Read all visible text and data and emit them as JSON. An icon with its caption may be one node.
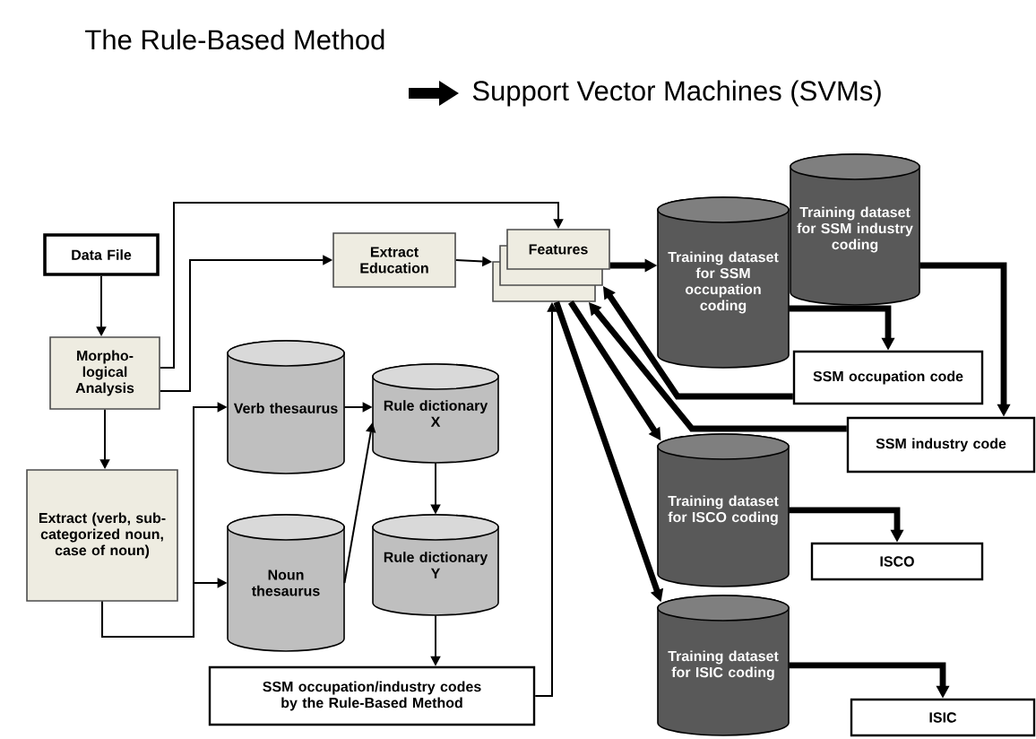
{
  "diagram": {
    "nodes": [
      {
        "text": [
          "Data File"
        ]
      },
      {
        "text": [
          "Morpho- logical Analysis"
        ]
      },
      {
        "text": [
          "Extract Education"
        ]
      },
      {
        "text": [
          "Features"
        ]
      },
      {
        "text": [
          "Extract (verb, sub- categorized noun, case of noun)"
        ]
      },
      {
        "text": [
          "Verb thesaurus"
        ]
      },
      {
        "text": [
          "Noun thesaurus"
        ]
      },
      {
        "text": [
          "Rule dictionary X"
        ]
      },
      {
        "text": [
          "Rule dictionary Y"
        ]
      },
      {
        "text": [
          "SSM occupation/industry codes by the Rule-Based Method"
        ]
      },
      {
        "text": [
          "Training dataset for SSM occupation coding"
        ]
      },
      {
        "text": [
          "Training dataset for SSM industry coding"
        ]
      },
      {
        "text": [
          "SSM occupation code"
        ]
      },
      {
        "text": [
          "SSM industry code"
        ]
      },
      {
        "text": [
          "Training dataset for ISCO coding"
        ]
      },
      {
        "text": [
          "ISCO"
        ]
      },
      {
        "text": [
          "Training dataset for ISIC coding"
        ]
      },
      {
        "text": [
          "ISIC"
        ]
      }
    ],
    "edges": [
      {
        "from": 0,
        "to": 1,
        "arrow": "to"
      },
      {
        "from": 1,
        "to": 3,
        "arrow": "to"
      },
      {
        "from": 1,
        "to": 2,
        "arrow": "to"
      },
      {
        "from": 2,
        "to": 3,
        "arrow": "to"
      },
      {
        "from": 1,
        "to": 4,
        "arrow": "to"
      },
      {
        "from": 4,
        "to": 5,
        "arrow": "to"
      },
      {
        "from": 4,
        "to": 6,
        "arrow": "to"
      },
      {
        "from": 5,
        "to": 7,
        "arrow": "to"
      },
      {
        "from": 6,
        "to": 7,
        "arrow": "to"
      },
      {
        "from": 7,
        "to": 8,
        "arrow": "to"
      },
      {
        "from": 8,
        "to": 9,
        "arrow": "to"
      },
      {
        "from": 9,
        "to": 3,
        "arrow": "to"
      },
      {
        "from": 3,
        "to": 10,
        "arrow": "to",
        "style": "thick"
      },
      {
        "from": 10,
        "to": 12,
        "arrow": "to",
        "style": "thick"
      },
      {
        "from": 11,
        "to": 13,
        "arrow": "to",
        "style": "thick"
      },
      {
        "from": 12,
        "to": 3,
        "arrow": "to",
        "style": "thick"
      },
      {
        "from": 13,
        "to": 3,
        "arrow": "to",
        "style": "thick"
      },
      {
        "from": 3,
        "to": 14,
        "arrow": "to",
        "style": "thick"
      },
      {
        "from": 3,
        "to": 16,
        "arrow": "to",
        "style": "thick"
      },
      {
        "from": 14,
        "to": 15,
        "arrow": "to",
        "style": "thick"
      },
      {
        "from": 16,
        "to": 17,
        "arrow": "to",
        "style": "thick"
      }
    ],
    "labels": [
      "The Rule-Based Method",
      "Support Vector Machines (SVMs)"
    ]
  }
}
